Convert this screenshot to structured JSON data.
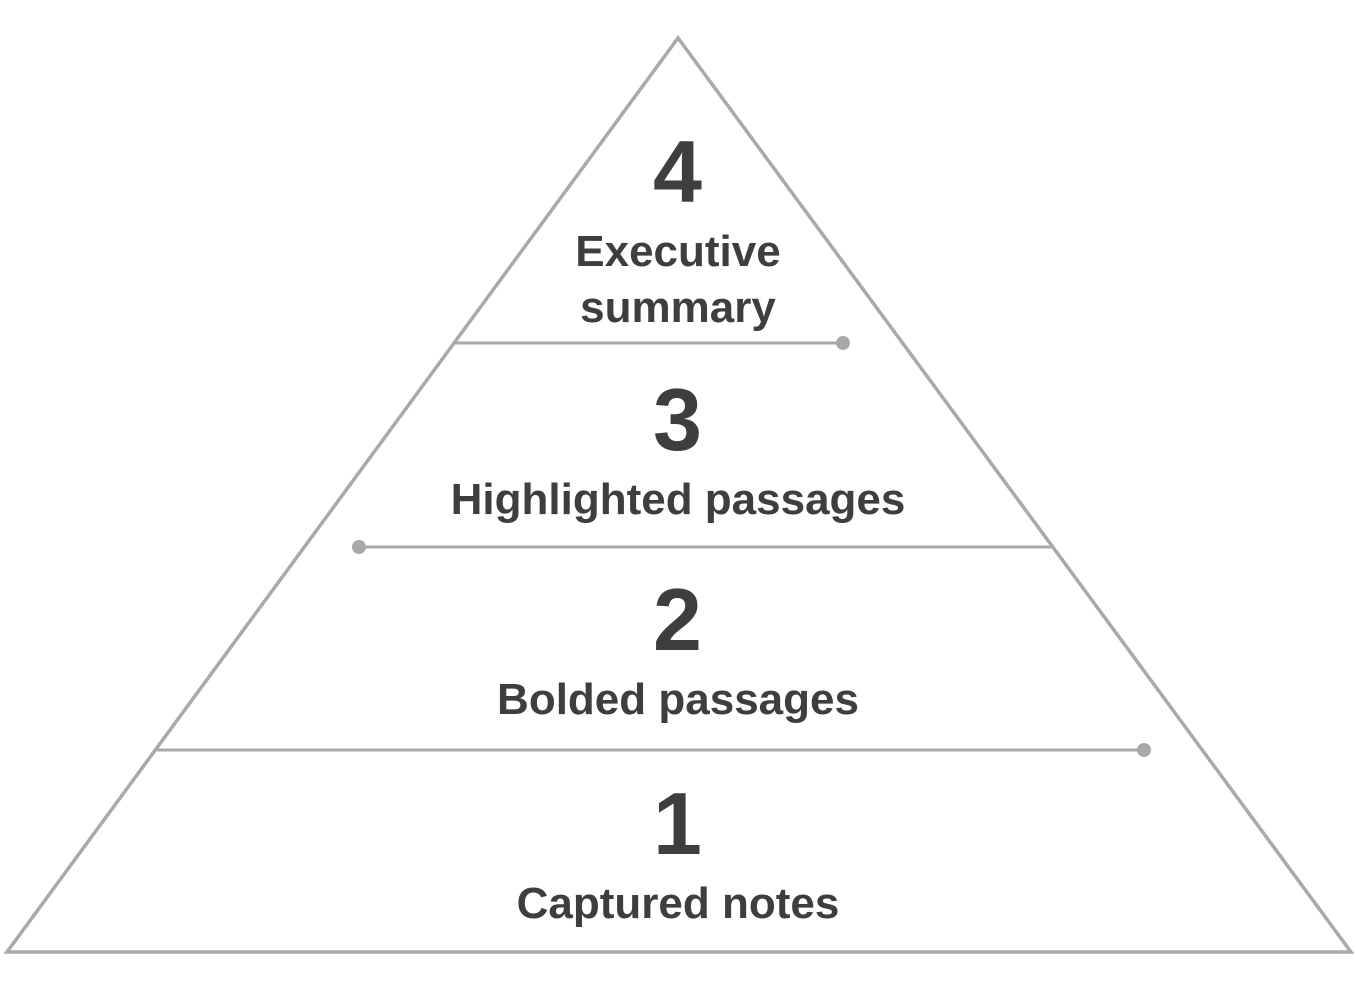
{
  "colors": {
    "background": "#ffffff",
    "line": "#a9a9ac",
    "text": "#3e3e40"
  },
  "diagram": {
    "type": "pyramid",
    "levels": [
      {
        "number": "4",
        "label": "Executive summary"
      },
      {
        "number": "3",
        "label": "Highlighted passages"
      },
      {
        "number": "2",
        "label": "Bolded passages"
      },
      {
        "number": "1",
        "label": "Captured notes"
      }
    ]
  }
}
